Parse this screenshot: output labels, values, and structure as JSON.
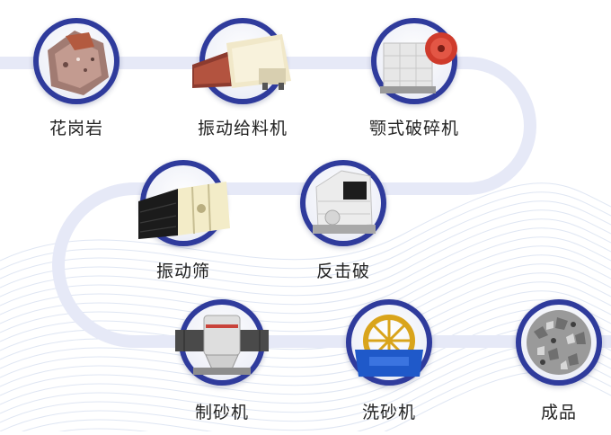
{
  "steps": [
    {
      "label": "花岗岩",
      "icon": "granite-rock-icon"
    },
    {
      "label": "振动给料机",
      "icon": "vibrating-feeder-icon"
    },
    {
      "label": "颚式破碎机",
      "icon": "jaw-crusher-icon"
    },
    {
      "label": "振动筛",
      "icon": "vibrating-screen-icon"
    },
    {
      "label": "反击破",
      "icon": "impact-crusher-icon"
    },
    {
      "label": "制砂机",
      "icon": "sand-making-machine-icon"
    },
    {
      "label": "洗砂机",
      "icon": "sand-washer-icon"
    },
    {
      "label": "成品",
      "icon": "finished-aggregate-icon"
    }
  ],
  "colors": {
    "node_ring": "#2f3b9c",
    "flow_path": "#e4e8f7",
    "background_lines": "#dfe6f3"
  }
}
